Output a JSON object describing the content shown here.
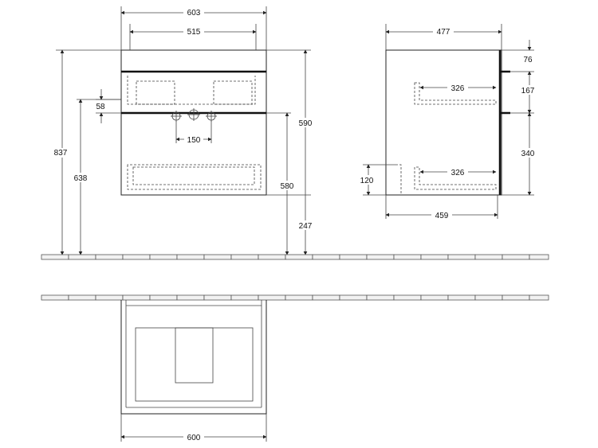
{
  "dimensions": {
    "front_width": "603",
    "front_inner_width": "515",
    "front_total_height": "837",
    "front_tap_height": "638",
    "front_tap_offset": "58",
    "front_tap_spacing": "150",
    "front_cabinet_height": "590",
    "front_drawer_height": "580",
    "front_floor_gap": "247",
    "side_depth": "477",
    "side_top": "76",
    "side_upper_gap": "167",
    "side_lower_gap": "340",
    "side_drawer_depth_upper": "326",
    "side_drawer_depth_lower": "326",
    "side_drawer_height": "120",
    "side_inner_depth": "459",
    "plan_width": "600"
  },
  "colors": {
    "line": "#222222",
    "floor": "#f2f2f2"
  }
}
